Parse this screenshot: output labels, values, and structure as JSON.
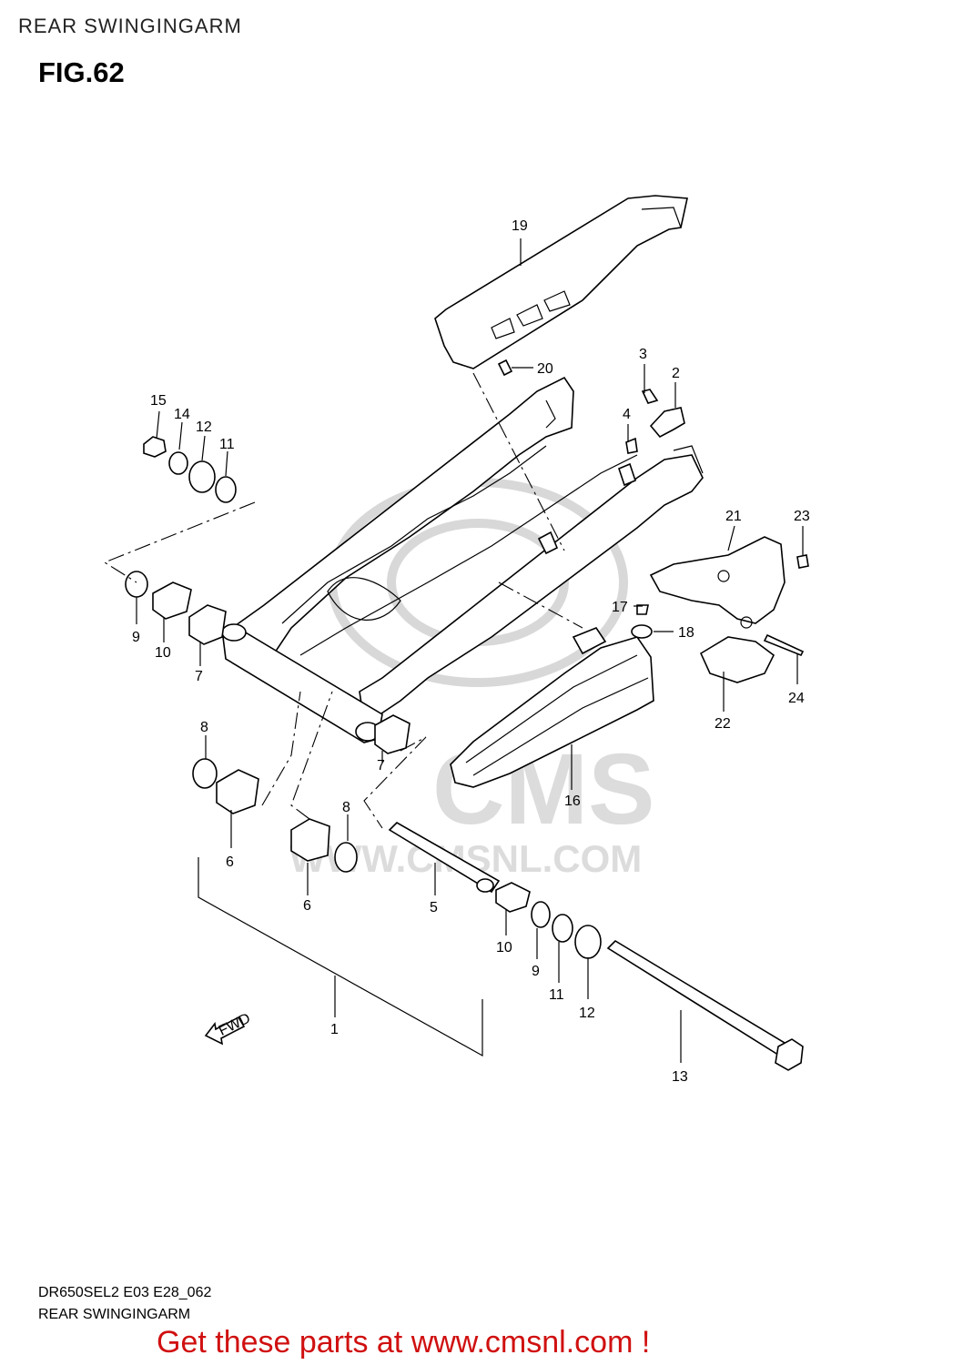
{
  "header_title": "REAR SWINGINGARM",
  "figure_number": "FIG.62",
  "model_code": "DR650SEL2 E03 E28_062",
  "footer_title": "REAR SWINGINGARM",
  "call_to_action": "Get these parts at www.cmsnl.com !",
  "watermark": {
    "brand": "CMS",
    "site": "WWW.CMSNL.COM"
  },
  "direction_marker": "FWD",
  "callouts": [
    "19",
    "20",
    "3",
    "2",
    "4",
    "15",
    "14",
    "12",
    "11",
    "21",
    "23",
    "17",
    "18",
    "9",
    "10",
    "7",
    "24",
    "22",
    "8",
    "7",
    "16",
    "8",
    "6",
    "6",
    "5",
    "10",
    "9",
    "11",
    "12",
    "1",
    "13"
  ]
}
